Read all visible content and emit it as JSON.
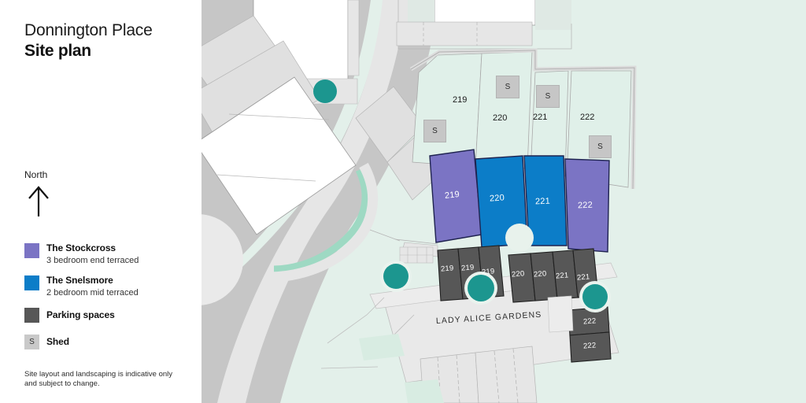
{
  "header": {
    "development": "Donnington Place",
    "subtitle": "Site plan"
  },
  "compass": {
    "label": "North",
    "icon": "north-arrow-icon"
  },
  "legend": {
    "items": [
      {
        "key": "stockcross",
        "name": "The Stockcross",
        "description": "3 bedroom end terraced",
        "color": "#7b74c4",
        "swatch": "square"
      },
      {
        "key": "snelsmore",
        "name": "The Snelsmore",
        "description": "2 bedroom mid terraced",
        "color": "#0c7dc8",
        "swatch": "square"
      },
      {
        "key": "parking",
        "name": "Parking spaces",
        "description": "",
        "color": "#575757",
        "swatch": "square"
      },
      {
        "key": "shed",
        "name": "Shed",
        "description": "",
        "color": "#c9c9c9",
        "swatch": "letter",
        "glyph": "S"
      }
    ]
  },
  "disclaimer": "Site layout and landscaping is indicative only and subject to change.",
  "map": {
    "street_name": "LADY ALICE GARDENS",
    "colors": {
      "background_green": "#e3f0ea",
      "plot_green": "#e0f0e9",
      "road_grey": "#c6c6c6",
      "pavement_grey": "#e6e6e6",
      "building_white": "#ffffff",
      "hedge_green": "#9ed9c3",
      "tree_teal": "#1c968f",
      "stockcross_purple": "#7b74c4",
      "snelsmore_blue": "#0c7dc8",
      "parking_grey": "#575757",
      "shed_grey": "#c6c6c6",
      "outline_navy": "#1f2350"
    },
    "homes": [
      {
        "plot": "219",
        "type": "stockcross",
        "color": "#7b74c4"
      },
      {
        "plot": "220",
        "type": "snelsmore",
        "color": "#0c7dc8"
      },
      {
        "plot": "221",
        "type": "snelsmore",
        "color": "#0c7dc8"
      },
      {
        "plot": "222",
        "type": "stockcross",
        "color": "#7b74c4"
      }
    ],
    "gardens": [
      {
        "plot": "219"
      },
      {
        "plot": "220"
      },
      {
        "plot": "221"
      },
      {
        "plot": "222"
      }
    ],
    "sheds": [
      {
        "id": "shed-220",
        "glyph": "S"
      },
      {
        "id": "shed-221",
        "glyph": "S"
      },
      {
        "id": "shed-219",
        "glyph": "S"
      },
      {
        "id": "shed-222",
        "glyph": "S"
      }
    ],
    "parking_spaces": [
      {
        "plot": "219"
      },
      {
        "plot": "219"
      },
      {
        "plot": "219"
      },
      {
        "plot": "220"
      },
      {
        "plot": "220"
      },
      {
        "plot": "221"
      },
      {
        "plot": "221"
      },
      {
        "plot": "222"
      },
      {
        "plot": "222"
      }
    ],
    "trees_count": 4
  }
}
